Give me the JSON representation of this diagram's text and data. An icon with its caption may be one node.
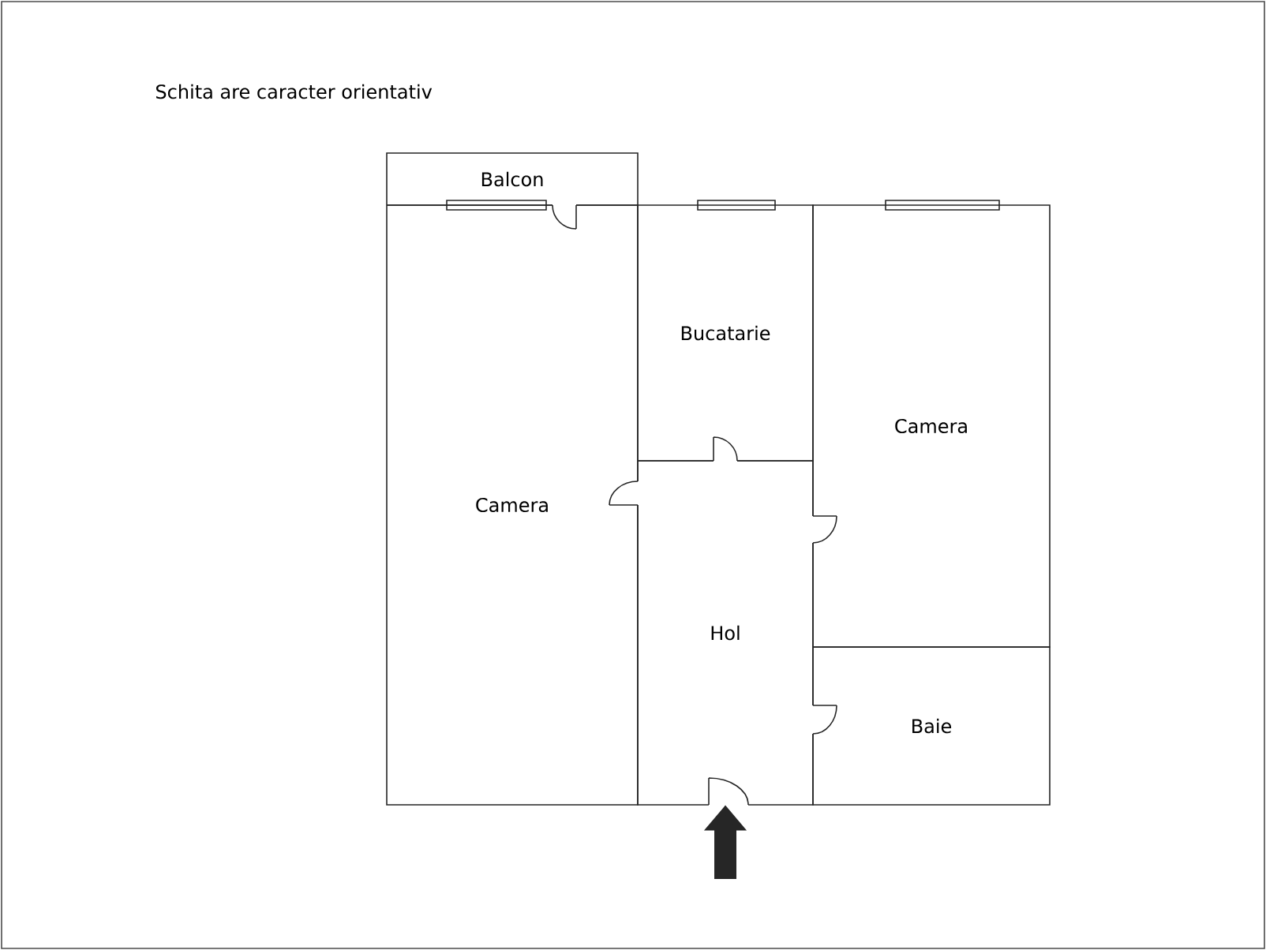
{
  "diagram": {
    "nodes": [
      {
        "text": [
          "Balcon"
        ]
      },
      {
        "text": [
          "Camera"
        ]
      },
      {
        "text": [
          "Bucatarie"
        ]
      },
      {
        "text": [
          "Camera"
        ]
      },
      {
        "text": [
          "Hol"
        ]
      },
      {
        "text": [
          "Baie"
        ]
      }
    ],
    "edges": [
      {
        "from": null,
        "to": 4,
        "arrow": "to"
      }
    ],
    "labels": [
      "Schita are caracter orientativ"
    ]
  }
}
